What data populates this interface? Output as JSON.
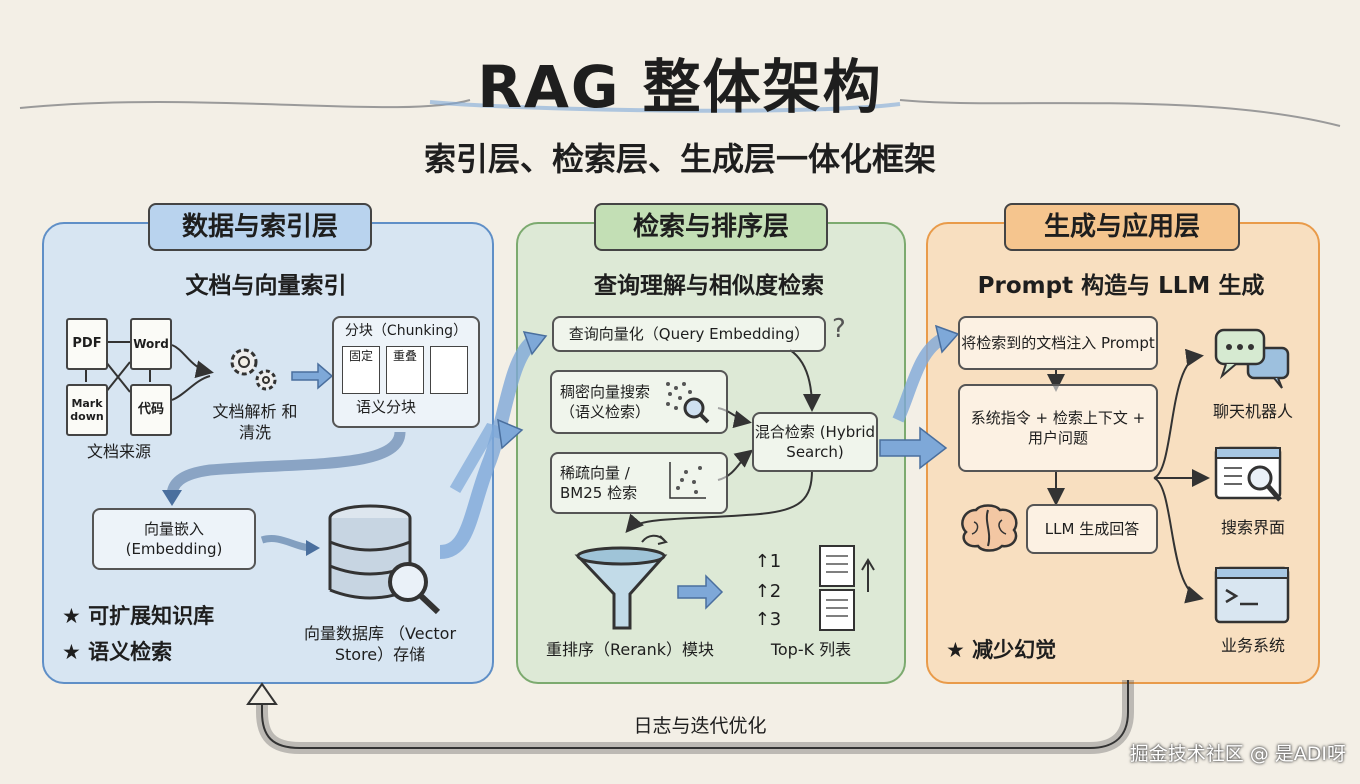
{
  "title": "RAG 整体架构",
  "subtitle": "索引层、检索层、生成层一体化框架",
  "panels": {
    "indexing": {
      "title": "数据与索引层",
      "subtitle": "文档与向量索引",
      "docs": {
        "pdf": "PDF",
        "word": "Word",
        "markdown": "Mark down",
        "code": "代码"
      },
      "doc_sources": "文档来源",
      "parse_clean": "文档解析 和清洗",
      "chunking": {
        "title": "分块（Chunking）",
        "fixed": "固定",
        "overlap": "重叠",
        "semantic": "语义分块"
      },
      "embedding": "向量嵌入 (Embedding)",
      "vector_store": "向量数据库 （Vector Store）存储",
      "features": [
        "★ 可扩展知识库",
        "★ 语义检索"
      ]
    },
    "retrieval": {
      "title": "检索与排序层",
      "subtitle": "查询理解与相似度检索",
      "query_embedding": "查询向量化（Query Embedding）",
      "question_mark": "?",
      "dense_search": "稠密向量搜索 （语义检索）",
      "sparse_search": "稀疏向量 / BM25 检索",
      "hybrid_search": "混合检索 (Hybrid Search)",
      "rerank": "重排序（Rerank）模块",
      "topk": "Top-K 列表",
      "ranks": [
        "↑1",
        "↑2",
        "↑3"
      ]
    },
    "generation": {
      "title": "生成与应用层",
      "subtitle": "Prompt 构造与 LLM 生成",
      "inject": "将检索到的文档注入 Prompt",
      "system_prompt": "系统指令 + 检索上下文 + 用户问题",
      "llm": "LLM 生成回答",
      "apps": [
        "聊天机器人",
        "搜索界面",
        "业务系统"
      ],
      "features": [
        "★ 减少幻觉"
      ]
    }
  },
  "feedback_loop": "日志与迭代优化",
  "watermark": "掘金技术社区 @ 是ADI呀",
  "colors": {
    "blue_panel": "#d7e5f2",
    "green_panel": "#dde9d6",
    "orange_panel": "#f8dfc0",
    "blue_arrow": "#7ea8d8"
  }
}
